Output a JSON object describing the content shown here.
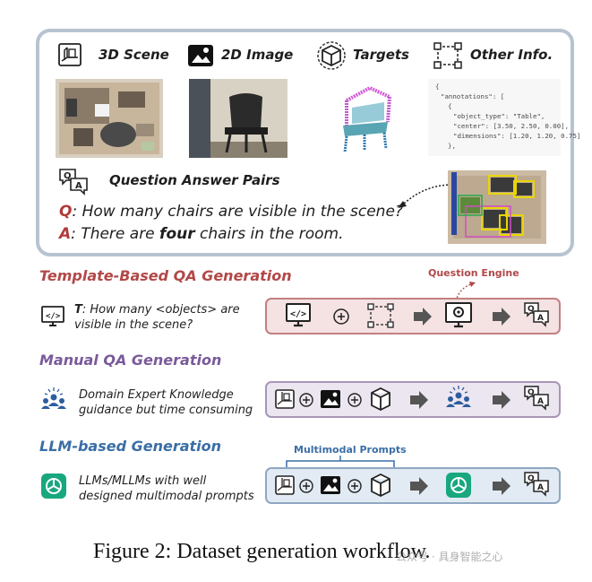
{
  "legend": {
    "scene_label": "3D Scene",
    "image_label": "2D Image",
    "targets_label": "Targets",
    "other_label": "Other Info.",
    "qa_pairs_label": "Question Answer Pairs"
  },
  "annotation_code": {
    "line1": "{",
    "line2": "\"annotations\": [",
    "line3": "{",
    "line4": "\"object_type\": \"Table\",",
    "line5": "\"center\": [3.50, 2.50, 0.00],",
    "line6": "\"dimensions\": [1.20, 1.20, 0.75]",
    "line7": "},"
  },
  "qa_example": {
    "q_prefix": "Q",
    "question": ": How many chairs are visible in the scene?",
    "a_prefix": "A",
    "answer_pre": ": There are ",
    "answer_bold": "four",
    "answer_post": " chairs in the room."
  },
  "template_section": {
    "title": "Template-Based QA Generation",
    "desc_prefix": "T",
    "desc_line1": ": How many <objects> are",
    "desc_line2": "visible in the scene?",
    "engine_label": "Question Engine",
    "color": "#b24848"
  },
  "manual_section": {
    "title": "Manual QA Generation",
    "desc_line1": "Domain Expert Knowledge",
    "desc_line2": "guidance but time consuming",
    "color": "#7a5a9a"
  },
  "llm_section": {
    "title": "LLM-based Generation",
    "desc_line1": "LLMs/MLLMs with well",
    "desc_line2": "designed multimodal prompts",
    "prompts_label": "Multimodal Prompts",
    "color": "#3a6ea5"
  },
  "caption": "Figure 2: Dataset generation workflow.",
  "watermark": "公众号 · 具身智能之心"
}
